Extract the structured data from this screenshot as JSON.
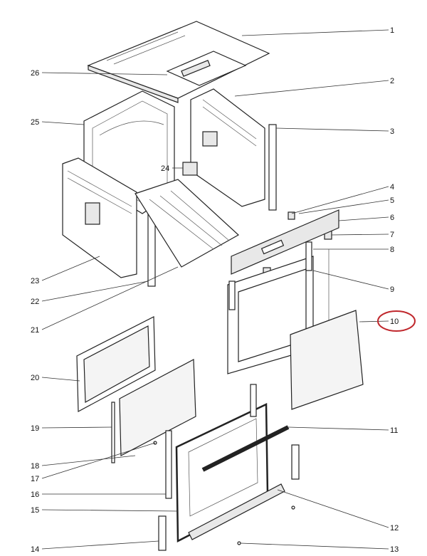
{
  "diagram": {
    "title": "Oven exploded parts diagram",
    "labels": [
      "1",
      "2",
      "3",
      "4",
      "5",
      "6",
      "7",
      "8",
      "9",
      "10",
      "11",
      "12",
      "13",
      "14",
      "15",
      "16",
      "17",
      "18",
      "19",
      "20",
      "21",
      "22",
      "23",
      "24",
      "25",
      "26"
    ],
    "highlighted_label": "10",
    "highlight_color": "#c0282d"
  }
}
